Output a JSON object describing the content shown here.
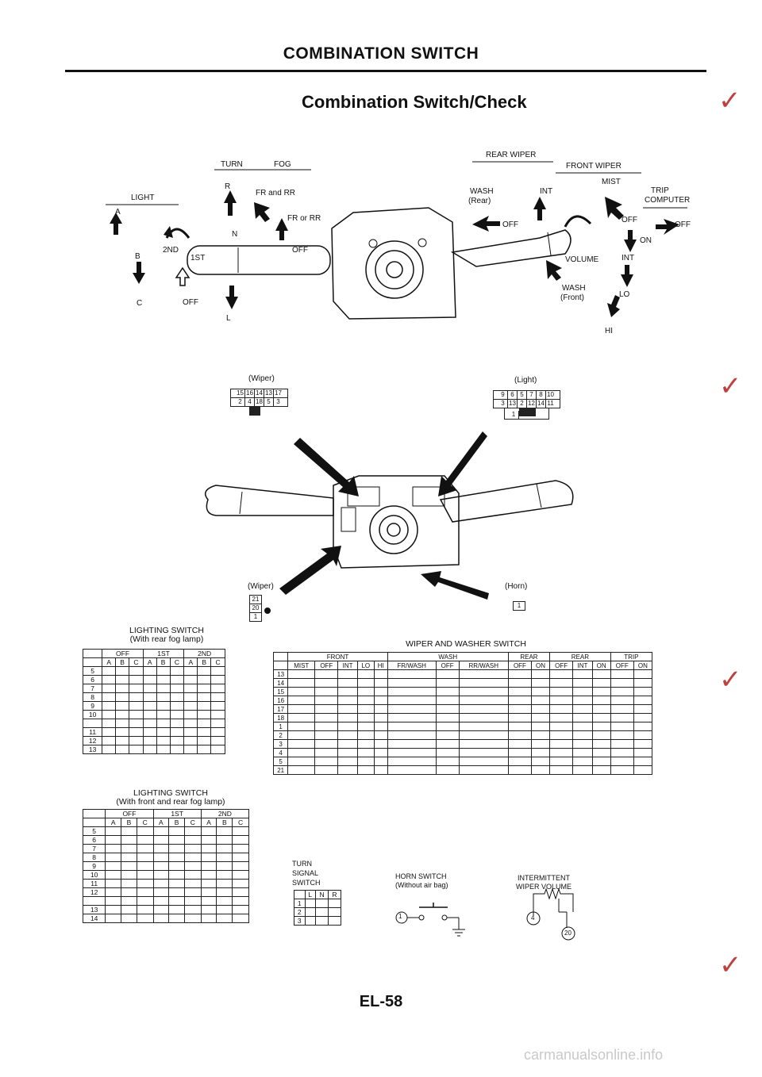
{
  "header": {
    "title": "COMBINATION SWITCH",
    "subtitle": "Combination Switch/Check"
  },
  "labels": {
    "turn": "TURN",
    "fog": "FOG",
    "light": "LIGHT",
    "a": "A",
    "b": "B",
    "c": "C",
    "second": "2ND",
    "first": "1ST",
    "off": "OFF",
    "r": "R",
    "n": "N",
    "l": "L",
    "fr_and_rr": "FR and RR",
    "fr_or_rr": "FR or RR",
    "fog_off": "OFF",
    "rear_wiper": "REAR WIPER",
    "front_wiper": "FRONT WIPER",
    "wash": "WASH",
    "rear_paren": "(Rear)",
    "int": "INT",
    "mist": "MIST",
    "trip": "TRIP",
    "computer": "COMPUTER",
    "wiper_off": "OFF",
    "off2": "OFF",
    "off3": "OFF",
    "on": "ON",
    "int2": "INT",
    "volume": "VOLUME",
    "wash2": "WASH",
    "front_paren": "(Front)",
    "lo": "LO",
    "hi": "HI"
  },
  "connectors": {
    "wiper_label": "(Wiper)",
    "wiper_top": [
      "15",
      "16",
      "14",
      "13",
      "17"
    ],
    "wiper_bot": [
      "2",
      "4",
      "18",
      "5",
      "3"
    ],
    "light_label": "(Light)",
    "light_top": [
      "9",
      "6",
      "5",
      "7",
      "8",
      "10"
    ],
    "light_bot": [
      "3",
      "13",
      "2",
      "12",
      "14",
      "11"
    ],
    "light_third": [
      "1"
    ],
    "wiper2_label": "(Wiper)",
    "wiper2_cells": [
      "21",
      "20",
      "1"
    ],
    "horn_label": "(Horn)",
    "horn_cell": "1"
  },
  "lighting_rear": {
    "title1": "LIGHTING SWITCH",
    "title2": "(With rear fog lamp)",
    "group": [
      "OFF",
      "1ST",
      "2ND"
    ],
    "cols": [
      "A",
      "B",
      "C",
      "A",
      "B",
      "C",
      "A",
      "B",
      "C"
    ],
    "rows": [
      "5",
      "6",
      "7",
      "8",
      "9",
      "10",
      "",
      "11",
      "12",
      "13"
    ]
  },
  "lighting_front": {
    "title1": "LIGHTING SWITCH",
    "title2": "(With front and rear fog lamp)",
    "group": [
      "OFF",
      "1ST",
      "2ND"
    ],
    "cols": [
      "A",
      "B",
      "C",
      "A",
      "B",
      "C",
      "A",
      "B",
      "C"
    ],
    "rows": [
      "5",
      "6",
      "7",
      "8",
      "9",
      "10",
      "11",
      "12",
      "",
      "13",
      "14"
    ]
  },
  "wiper_table": {
    "title": "WIPER AND WASHER SWITCH",
    "groups": [
      "FRONT",
      "WASH",
      "REAR",
      "REAR",
      "TRIP"
    ],
    "cols": [
      "MIST",
      "OFF",
      "INT",
      "LO",
      "HI",
      "FR/WASH",
      "OFF",
      "RR/WASH",
      "OFF",
      "ON",
      "OFF",
      "INT",
      "ON",
      "OFF",
      "ON"
    ],
    "rows": [
      "13",
      "14",
      "15",
      "16",
      "17",
      "18",
      "1",
      "2",
      "3",
      "4",
      "5",
      "21"
    ]
  },
  "turn_signal": {
    "title": [
      "TURN",
      "SIGNAL",
      "SWITCH"
    ],
    "cols": [
      "L",
      "N",
      "R"
    ],
    "rows": [
      "1",
      "2",
      "3"
    ]
  },
  "horn_switch": {
    "title": [
      "HORN SWITCH",
      "(Without air bag)"
    ],
    "pin": "1"
  },
  "intermittent": {
    "title": [
      "INTERMITTENT",
      "WIPER VOLUME"
    ],
    "pins": [
      "4",
      "20"
    ]
  },
  "footer": {
    "page": "EL-58",
    "watermark": "carmanualsonline.info"
  }
}
